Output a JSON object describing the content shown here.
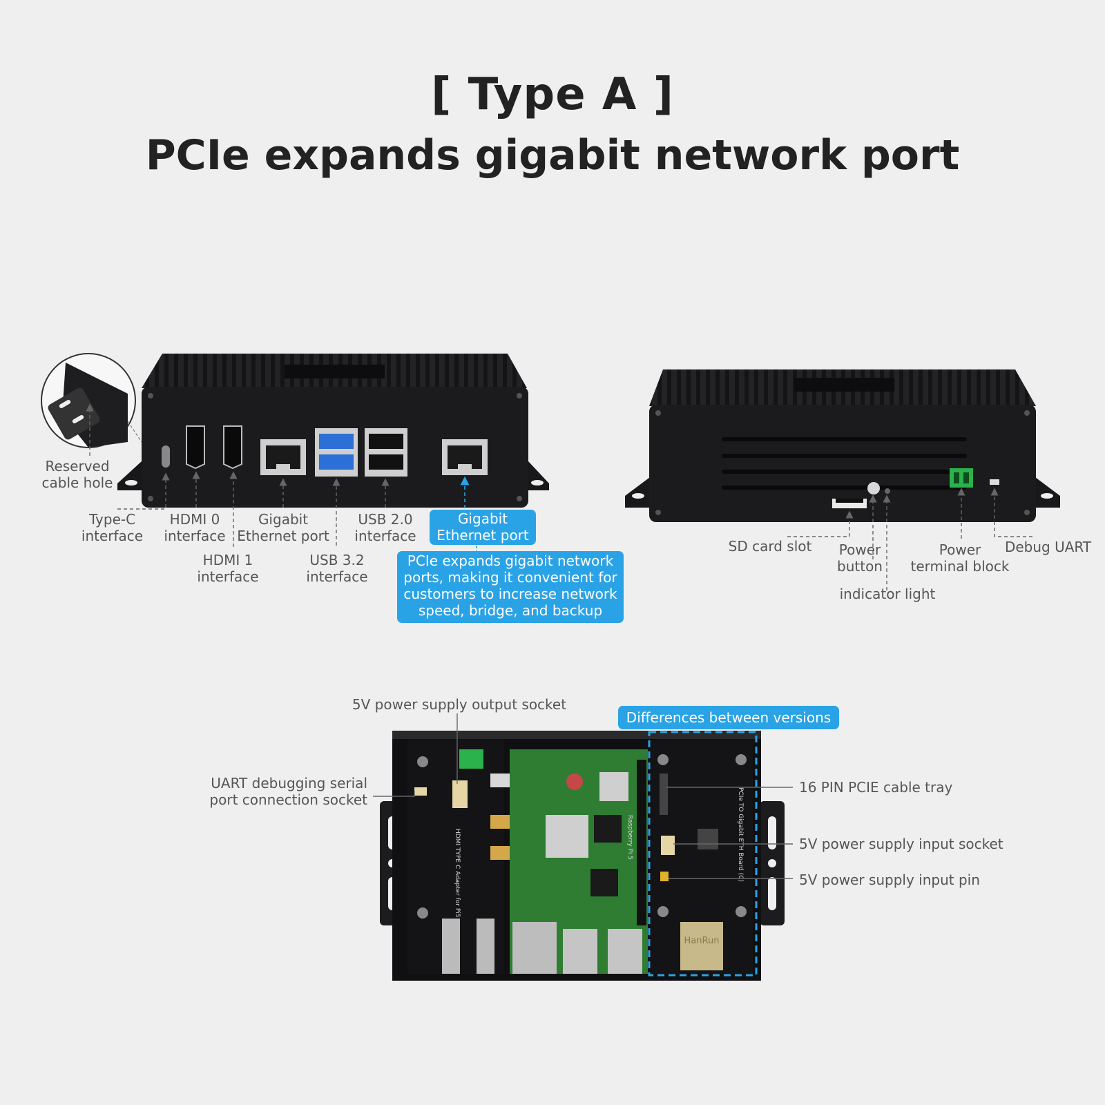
{
  "header": {
    "type_label": "[ Type A ]",
    "headline": "PCIe expands gigabit network port"
  },
  "front_view": {
    "reserved_hole": "Reserved\ncable hole",
    "typec": "Type-C\ninterface",
    "hdmi0": "HDMI 0\ninterface",
    "hdmi1": "HDMI 1\ninterface",
    "gbe": "Gigabit\nEthernet port",
    "usb32": "USB 3.2\ninterface",
    "usb20": "USB 2.0\ninterface",
    "pcie_gbe": "Gigabit\nEthernet port",
    "pcie_note": "PCIe expands gigabit network\nports, making it convenient for\ncustomers to increase network\nspeed, bridge, and backup"
  },
  "rear_view": {
    "sd": "SD card slot",
    "power_button": "Power\nbutton",
    "indicator": "indicator light",
    "terminal": "Power\nterminal block",
    "uart": "Debug UART"
  },
  "top_view": {
    "out_socket": "5V power supply output socket",
    "diff": "Differences between versions",
    "uart_socket": "UART debugging serial\nport connection socket",
    "pcie_tray": "16 PIN PCIE cable tray",
    "in_socket": "5V power supply input socket",
    "in_pin": "5V power supply input pin",
    "board_left": "HDMI TYPE C Adapter for Pi5",
    "board_mid": "Raspberry Pi 5",
    "board_right": "PCIe TO Gigabit ETH Board (C)",
    "rj45_brand": "HanRun"
  },
  "colors": {
    "accent": "#2aa3e6",
    "case": "#1b1b1d",
    "pcb": "#2e7d32"
  }
}
